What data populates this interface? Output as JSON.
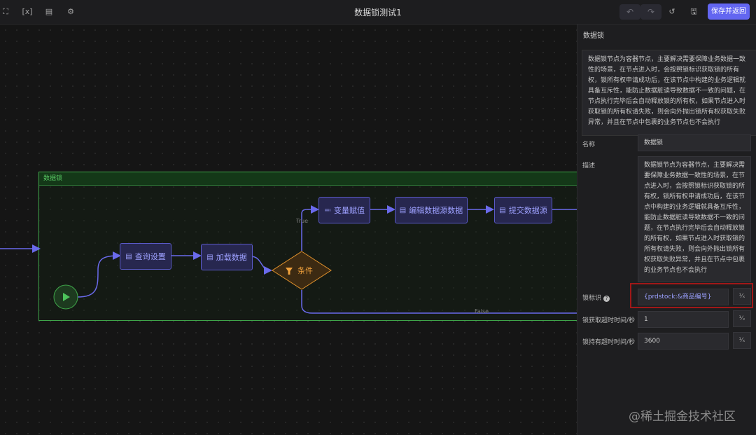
{
  "header": {
    "title": "数据锁测试1",
    "save_label": "保存并返回"
  },
  "canvas": {
    "group_label": "数据锁",
    "nodes": {
      "query": "查询设置",
      "load": "加载数据",
      "condition": "条件",
      "assign": "变量赋值",
      "edit": "编辑数据源数据",
      "submit": "提交数据源"
    },
    "edge_labels": {
      "true": "True",
      "false": "False"
    }
  },
  "panel": {
    "title": "数据锁",
    "description": "数据锁节点为容器节点，主要解决需要保障业务数据一致性的场景，在节点进入时，会按照锁标识获取锁的所有权，锁所有权申请成功后，在该节点中构建的业务逻辑就具备互斥性，能防止数据脏读导致数据不一致的问题，在节点执行完毕后会自动释放锁的所有权，如果节点进入时获取锁的所有权请失败，则会向外抛出锁所有权获取失败异常，并且在节点中包裹的业务节点也不会执行",
    "name_label": "名称",
    "name_value": "数据锁",
    "desc_label": "描述",
    "desc_value": "数据锁节点为容器节点，主要解决需要保障业务数据一致性的场景，在节点进入时，会按照锁标识获取锁的所有权，锁所有权申请成功后，在该节点中构建的业务逻辑就具备互斥性，能防止数据脏读导致数据不一致的问题，在节点执行完毕后会自动释放锁的所有权，如果节点进入时获取锁的所有权请失败，则会向外抛出锁所有权获取失败异常，并且在节点中包裹的业务节点也不会执行",
    "lock_id_label": "锁标识",
    "lock_id_value": "{prdstock:&商品编号}",
    "acquire_timeout_label": "锁获取超时时间/秒",
    "acquire_timeout_value": "1",
    "hold_timeout_label": "锁持有超时时间/秒",
    "hold_timeout_value": "3600",
    "fx_label": "⅟ₓ"
  },
  "watermark": "@稀土掘金技术社区"
}
